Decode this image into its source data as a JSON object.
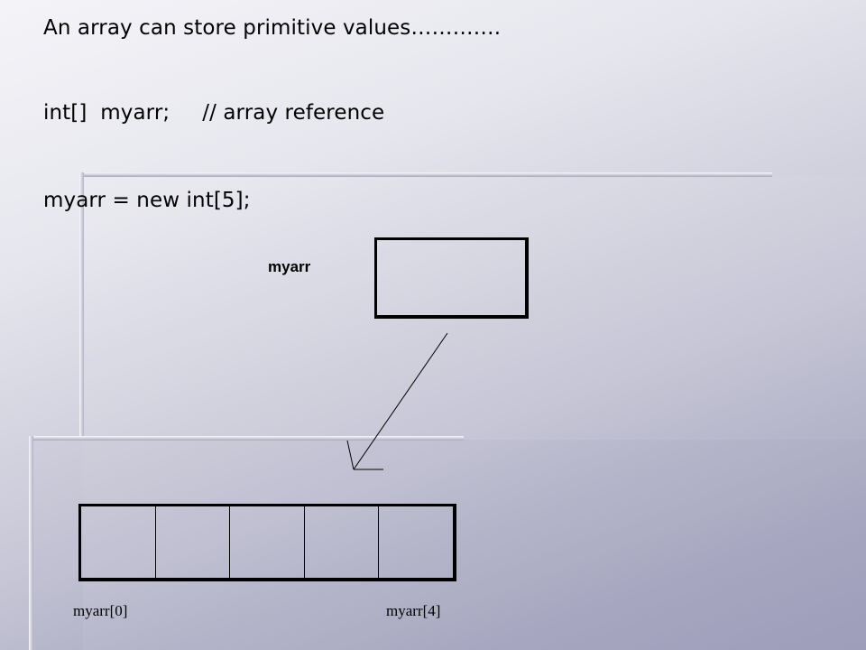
{
  "slide": {
    "line1": "An array can store primitive values………….",
    "line2_code": "int[]  myarr;",
    "line2_comment": "// array reference",
    "line3": "myarr = new int[5];"
  },
  "diagram": {
    "reference_label": "myarr",
    "array_length": 5,
    "first_index_label": "myarr[0]",
    "last_index_label": "myarr[4]"
  }
}
